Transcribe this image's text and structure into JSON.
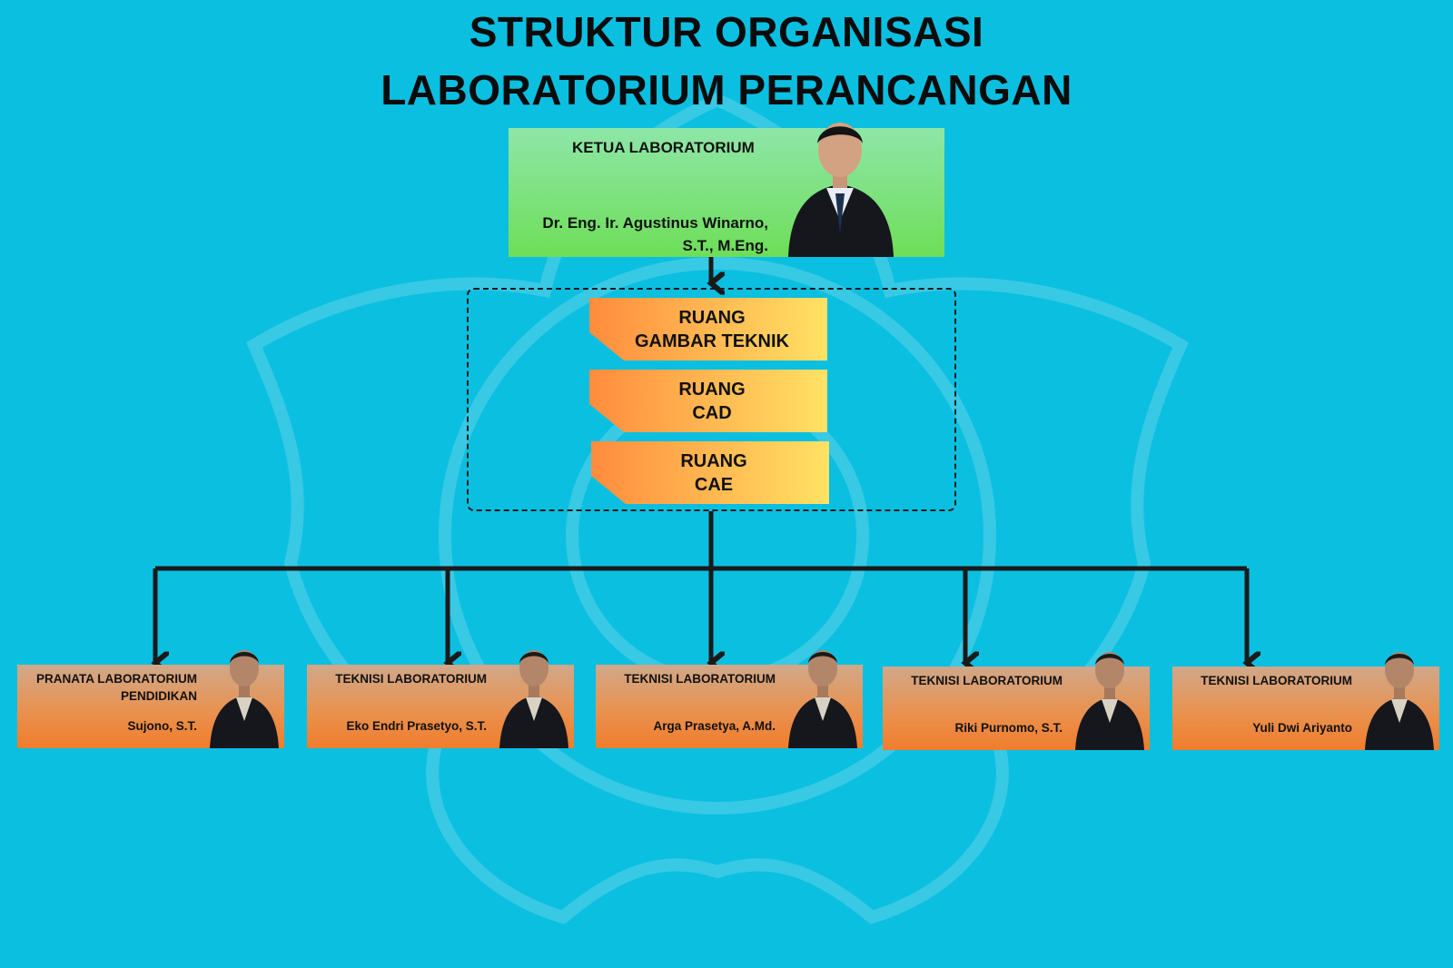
{
  "title": {
    "line1": "STRUKTUR ORGANISASI",
    "line2": "LABORATORIUM PERANCANGAN"
  },
  "head": {
    "role": "KETUA LABORATORIUM",
    "name_line1": "Dr. Eng. Ir. Agustinus Winarno,",
    "name_line2": "S.T., M.Eng."
  },
  "rooms": [
    {
      "label": "RUANG\nGAMBAR TEKNIK"
    },
    {
      "label": "RUANG\nCAD"
    },
    {
      "label": "RUANG\nCAE"
    }
  ],
  "staff": [
    {
      "role": "PRANATA LABORATORIUM\nPENDIDIKAN",
      "name": "Sujono, S.T."
    },
    {
      "role": "TEKNISI LABORATORIUM",
      "name": "Eko Endri Prasetyo, S.T."
    },
    {
      "role": "TEKNISI LABORATORIUM",
      "name": "Arga Prasetya, A.Md."
    },
    {
      "role": "TEKNISI LABORATORIUM",
      "name": "Riki Purnomo, S.T."
    },
    {
      "role": "TEKNISI LABORATORIUM",
      "name": "Yuli Dwi Ariyanto"
    }
  ],
  "colors": {
    "background": "#0bbfe1",
    "head_box": "#6ede58",
    "room_start": "#ff8c3e",
    "room_end": "#ffe264",
    "staff_card": "#f07d2c",
    "connector": "#1a1a1a"
  }
}
